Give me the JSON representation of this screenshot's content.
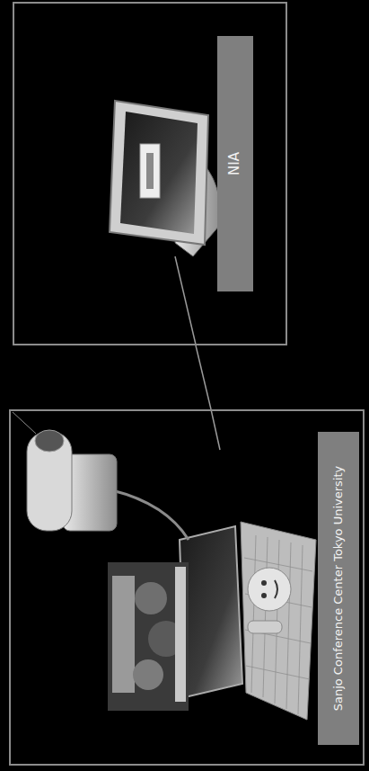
{
  "diagram": {
    "nodes": [
      {
        "text": [
          "Sanjo Conference Center Tokyo University"
        ]
      },
      {
        "text": [
          "NIA"
        ]
      }
    ],
    "edges": [
      {
        "from": 0,
        "to": 1,
        "arrow": "none"
      }
    ]
  }
}
